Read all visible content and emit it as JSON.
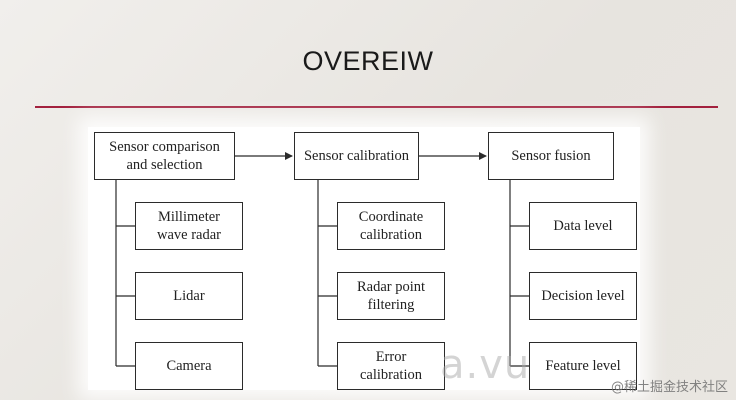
{
  "slide": {
    "title": "OVEREIW"
  },
  "diagram": {
    "main": {
      "comparison": "Sensor comparison\nand selection",
      "calibration": "Sensor calibration",
      "fusion": "Sensor fusion"
    },
    "comparison_children": [
      "Millimeter\nwave radar",
      "Lidar",
      "Camera"
    ],
    "calibration_children": [
      "Coordinate\ncalibration",
      "Radar point\nfiltering",
      "Error\ncalibration"
    ],
    "fusion_children": [
      "Data level",
      "Decision level",
      "Feature level"
    ]
  },
  "overlay": {
    "watermark": "a.vu",
    "credit": "@稀土掘金技术社区"
  }
}
